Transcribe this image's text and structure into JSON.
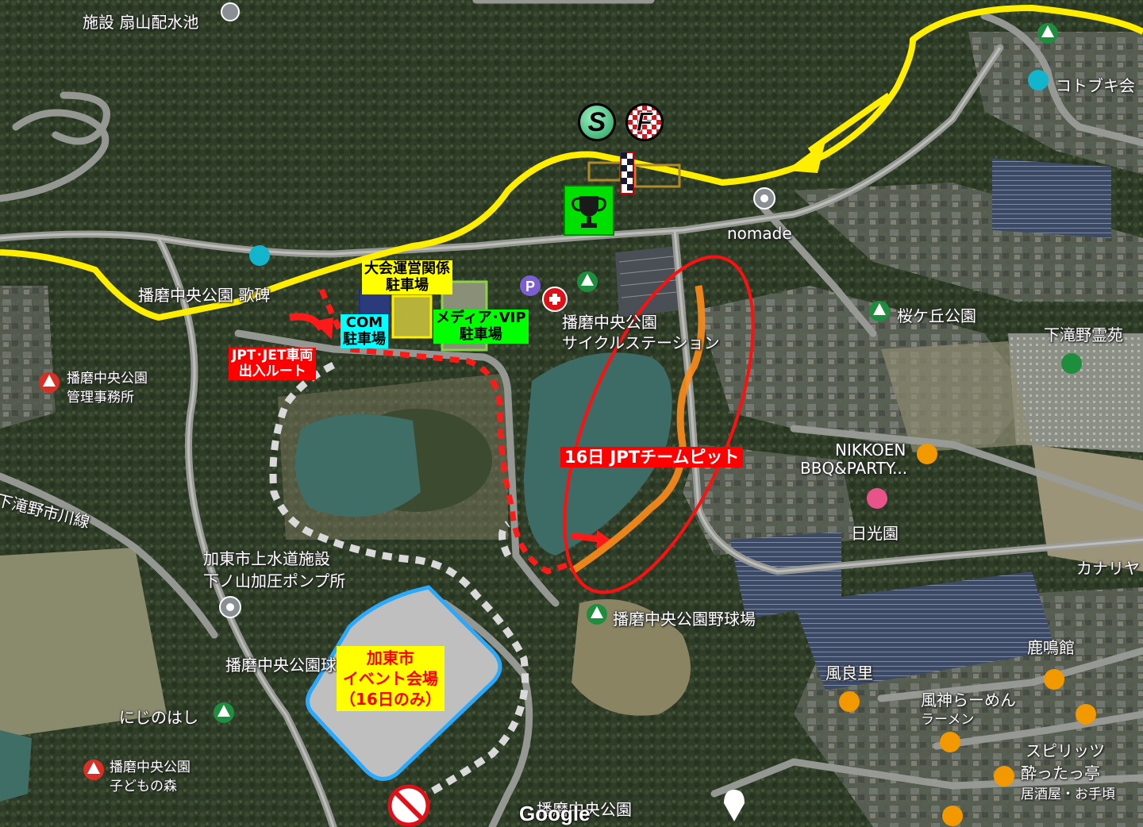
{
  "labels": {
    "reservoir": "施設 扇山配水池",
    "kotobuki": "コトブキ会",
    "nomade": "nomade",
    "kahi": "播磨中央公園 歌碑",
    "cycle_station_1": "播磨中央公園",
    "cycle_station_2": "サイクルステーション",
    "sakuragaoka": "桜ケ丘公園",
    "shimotakino_cemetery": "下滝野霊苑",
    "office_1": "播磨中央公園",
    "office_2": "管理事務所",
    "road": "下滝野市川線",
    "nikkoen_1": "NIKKOEN",
    "nikkoen_2": "BBQ&PARTY...",
    "nikkoen_hotel": "日光園",
    "kanariya": "カナリヤ",
    "pump_1": "加東市上水道施設",
    "pump_2": "下ノ山加圧ポンプ所",
    "baseball": "播磨中央公園野球場",
    "rokumeikan": "鹿鳴館",
    "furari": "風良里",
    "fujin_1": "風神らーめん",
    "fujin_2": "ラーメン",
    "spirits_1": "スピリッツ",
    "spirits_2": "酔ったっ亭",
    "spirits_3": "居酒屋・お手頃",
    "ball_field": "播磨中央公園球技場",
    "niji": "にじのはし",
    "kodomo_1": "播磨中央公園",
    "kodomo_2": "子どもの森",
    "bottom_park": "播磨中央公園",
    "google": "Google"
  },
  "annotations": {
    "staff_parking_1": "大会運営関係",
    "staff_parking_2": "駐車場",
    "com_parking_1": "COM",
    "com_parking_2": "駐車場",
    "media_parking_1": "メディア･VIP",
    "media_parking_2": "駐車場",
    "jpt_route_1": "JPT･JET車両",
    "jpt_route_2": "出入ルート",
    "team_pit": "16日  JPTチームピット",
    "event_1": "加東市",
    "event_2": "イベント会場",
    "event_3": "（16日のみ）",
    "start": "S",
    "finish": "F"
  },
  "icons": [
    "trophy-icon",
    "parking-icon",
    "first-aid-icon",
    "no-entry-icon",
    "park-tree-icon",
    "restaurant-icon",
    "hotel-icon",
    "cafe-icon",
    "bar-icon",
    "location-pin-icon"
  ],
  "colors": {
    "course": "#ffee00",
    "vehicle_route": "#ff1a1a",
    "spectator_path": "#d9d9d9",
    "pit_line": "#ff8c1a",
    "event_area": "#29aaff"
  }
}
